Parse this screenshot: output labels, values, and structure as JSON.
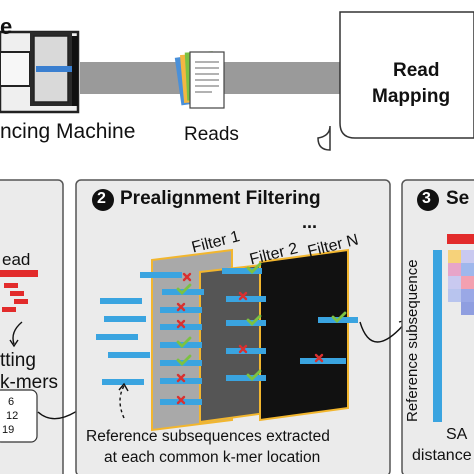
{
  "top": {
    "panel1_title_fragment": "e",
    "machine_label": "ncing Machine",
    "reads_label": "Reads",
    "read_mapping_line1": "Read",
    "read_mapping_line2": "Mapping"
  },
  "panel1": {
    "read_label": "ead",
    "text_line1": "tting",
    "text_line2": "k-mers",
    "kmer_numbers": [
      "6",
      "12",
      "19"
    ]
  },
  "panel2": {
    "step_number": "2",
    "title": "Prealignment Filtering",
    "filters": [
      "Filter 1",
      "Filter 2",
      "Filter N"
    ],
    "ellipsis": "...",
    "caption_line1": "Reference subsequences extracted",
    "caption_line2": "at each common k-mer location"
  },
  "panel3": {
    "step_number": "3",
    "title_fragment": "Se",
    "axis_label": "Reference subsequence",
    "bottom_line1": "SA",
    "bottom_line2": "distance"
  },
  "colors": {
    "panel_bg": "#ebebeb",
    "panel_border": "#555555",
    "blue_segment": "#3aa4e0",
    "red_segment": "#e22b2b",
    "pass_check": "#7cc242",
    "reject_cross": "#d93030",
    "filter_border": "#f2b62e",
    "filter1_fill": "#a9a9a9",
    "filter2_fill": "#555555",
    "filterN_fill": "#111111"
  }
}
